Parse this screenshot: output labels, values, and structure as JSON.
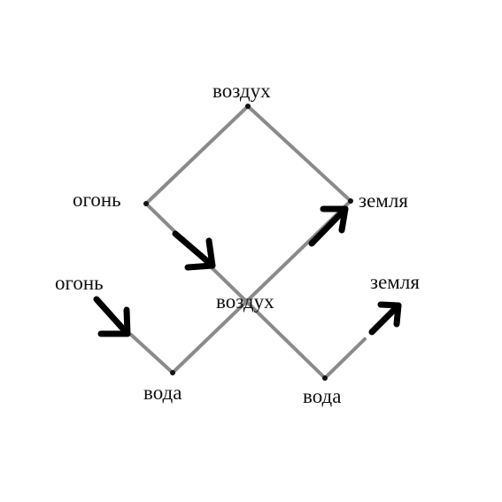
{
  "labels": {
    "top": "воздух",
    "left_upper": "огонь",
    "right_upper": "земля",
    "left_lower": "огонь",
    "center": "воздух",
    "right_lower": "земля",
    "bottom_left": "вода",
    "bottom_right": "вода"
  },
  "colors": {
    "line": "#8a8a8a",
    "arrow": "#000000",
    "text": "#111111",
    "background": "#ffffff"
  }
}
